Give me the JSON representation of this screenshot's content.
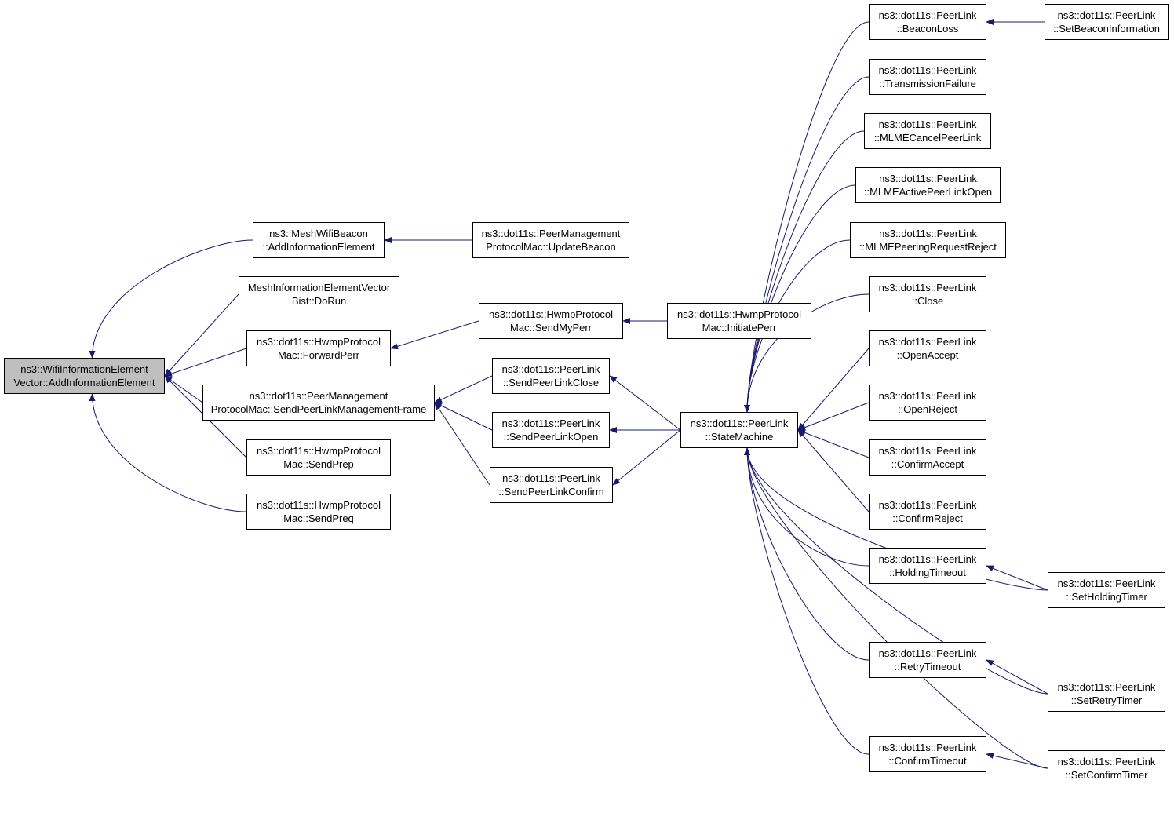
{
  "colors": {
    "edge": "#191970",
    "root_fill": "#bfbfbf",
    "node_border": "#000000"
  },
  "nodes": {
    "root": [
      "ns3::WifiInformationElement",
      "Vector::AddInformationElement"
    ],
    "mesh_beacon": [
      "ns3::MeshWifiBeacon",
      "::AddInformationElement"
    ],
    "mesh_ie_vector": [
      "MeshInformationElementVector",
      "Bist::DoRun"
    ],
    "hwmp_forward_perr": [
      "ns3::dot11s::HwmpProtocol",
      "Mac::ForwardPerr"
    ],
    "pmp_send_mgmt": [
      "ns3::dot11s::PeerManagement",
      "ProtocolMac::SendPeerLinkManagementFrame"
    ],
    "hwmp_send_prep": [
      "ns3::dot11s::HwmpProtocol",
      "Mac::SendPrep"
    ],
    "hwmp_send_preq": [
      "ns3::dot11s::HwmpProtocol",
      "Mac::SendPreq"
    ],
    "pmp_update_beacon": [
      "ns3::dot11s::PeerManagement",
      "ProtocolMac::UpdateBeacon"
    ],
    "hwmp_send_my_perr": [
      "ns3::dot11s::HwmpProtocol",
      "Mac::SendMyPerr"
    ],
    "hwmp_initiate_perr": [
      "ns3::dot11s::HwmpProtocol",
      "Mac::InitiatePerr"
    ],
    "pl_send_close": [
      "ns3::dot11s::PeerLink",
      "::SendPeerLinkClose"
    ],
    "pl_send_open": [
      "ns3::dot11s::PeerLink",
      "::SendPeerLinkOpen"
    ],
    "pl_send_confirm": [
      "ns3::dot11s::PeerLink",
      "::SendPeerLinkConfirm"
    ],
    "pl_state_machine": [
      "ns3::dot11s::PeerLink",
      "::StateMachine"
    ],
    "pl_beacon_loss": [
      "ns3::dot11s::PeerLink",
      "::BeaconLoss"
    ],
    "pl_transmission_failure": [
      "ns3::dot11s::PeerLink",
      "::TransmissionFailure"
    ],
    "pl_mlme_cancel": [
      "ns3::dot11s::PeerLink",
      "::MLMECancelPeerLink"
    ],
    "pl_mlme_active_open": [
      "ns3::dot11s::PeerLink",
      "::MLMEActivePeerLinkOpen"
    ],
    "pl_mlme_peering_reject": [
      "ns3::dot11s::PeerLink",
      "::MLMEPeeringRequestReject"
    ],
    "pl_close": [
      "ns3::dot11s::PeerLink",
      "::Close"
    ],
    "pl_open_accept": [
      "ns3::dot11s::PeerLink",
      "::OpenAccept"
    ],
    "pl_open_reject": [
      "ns3::dot11s::PeerLink",
      "::OpenReject"
    ],
    "pl_confirm_accept": [
      "ns3::dot11s::PeerLink",
      "::ConfirmAccept"
    ],
    "pl_confirm_reject": [
      "ns3::dot11s::PeerLink",
      "::ConfirmReject"
    ],
    "pl_holding_timeout": [
      "ns3::dot11s::PeerLink",
      "::HoldingTimeout"
    ],
    "pl_retry_timeout": [
      "ns3::dot11s::PeerLink",
      "::RetryTimeout"
    ],
    "pl_confirm_timeout": [
      "ns3::dot11s::PeerLink",
      "::ConfirmTimeout"
    ],
    "pl_set_beacon_info": [
      "ns3::dot11s::PeerLink",
      "::SetBeaconInformation"
    ],
    "pl_set_holding_timer": [
      "ns3::dot11s::PeerLink",
      "::SetHoldingTimer"
    ],
    "pl_set_retry_timer": [
      "ns3::dot11s::PeerLink",
      "::SetRetryTimer"
    ],
    "pl_set_confirm_timer": [
      "ns3::dot11s::PeerLink",
      "::SetConfirmTimer"
    ]
  },
  "edges": [
    [
      "mesh_beacon",
      "root"
    ],
    [
      "mesh_ie_vector",
      "root"
    ],
    [
      "hwmp_forward_perr",
      "root"
    ],
    [
      "pmp_send_mgmt",
      "root"
    ],
    [
      "hwmp_send_prep",
      "root"
    ],
    [
      "hwmp_send_preq",
      "root"
    ],
    [
      "pmp_update_beacon",
      "mesh_beacon"
    ],
    [
      "hwmp_send_my_perr",
      "hwmp_forward_perr"
    ],
    [
      "hwmp_initiate_perr",
      "hwmp_send_my_perr"
    ],
    [
      "pl_send_close",
      "pmp_send_mgmt"
    ],
    [
      "pl_send_open",
      "pmp_send_mgmt"
    ],
    [
      "pl_send_confirm",
      "pmp_send_mgmt"
    ],
    [
      "pl_state_machine",
      "pl_send_close"
    ],
    [
      "pl_state_machine",
      "pl_send_open"
    ],
    [
      "pl_state_machine",
      "pl_send_confirm"
    ],
    [
      "pl_beacon_loss",
      "pl_state_machine"
    ],
    [
      "pl_transmission_failure",
      "pl_state_machine"
    ],
    [
      "pl_mlme_cancel",
      "pl_state_machine"
    ],
    [
      "pl_mlme_active_open",
      "pl_state_machine"
    ],
    [
      "pl_mlme_peering_reject",
      "pl_state_machine"
    ],
    [
      "pl_close",
      "pl_state_machine"
    ],
    [
      "pl_open_accept",
      "pl_state_machine"
    ],
    [
      "pl_open_reject",
      "pl_state_machine"
    ],
    [
      "pl_confirm_accept",
      "pl_state_machine"
    ],
    [
      "pl_confirm_reject",
      "pl_state_machine"
    ],
    [
      "pl_holding_timeout",
      "pl_state_machine"
    ],
    [
      "pl_retry_timeout",
      "pl_state_machine"
    ],
    [
      "pl_confirm_timeout",
      "pl_state_machine"
    ],
    [
      "pl_set_holding_timer",
      "pl_state_machine"
    ],
    [
      "pl_set_retry_timer",
      "pl_state_machine"
    ],
    [
      "pl_set_confirm_timer",
      "pl_state_machine"
    ],
    [
      "pl_set_beacon_info",
      "pl_beacon_loss"
    ],
    [
      "pl_set_holding_timer",
      "pl_holding_timeout"
    ],
    [
      "pl_set_retry_timer",
      "pl_retry_timeout"
    ],
    [
      "pl_set_confirm_timer",
      "pl_confirm_timeout"
    ]
  ]
}
